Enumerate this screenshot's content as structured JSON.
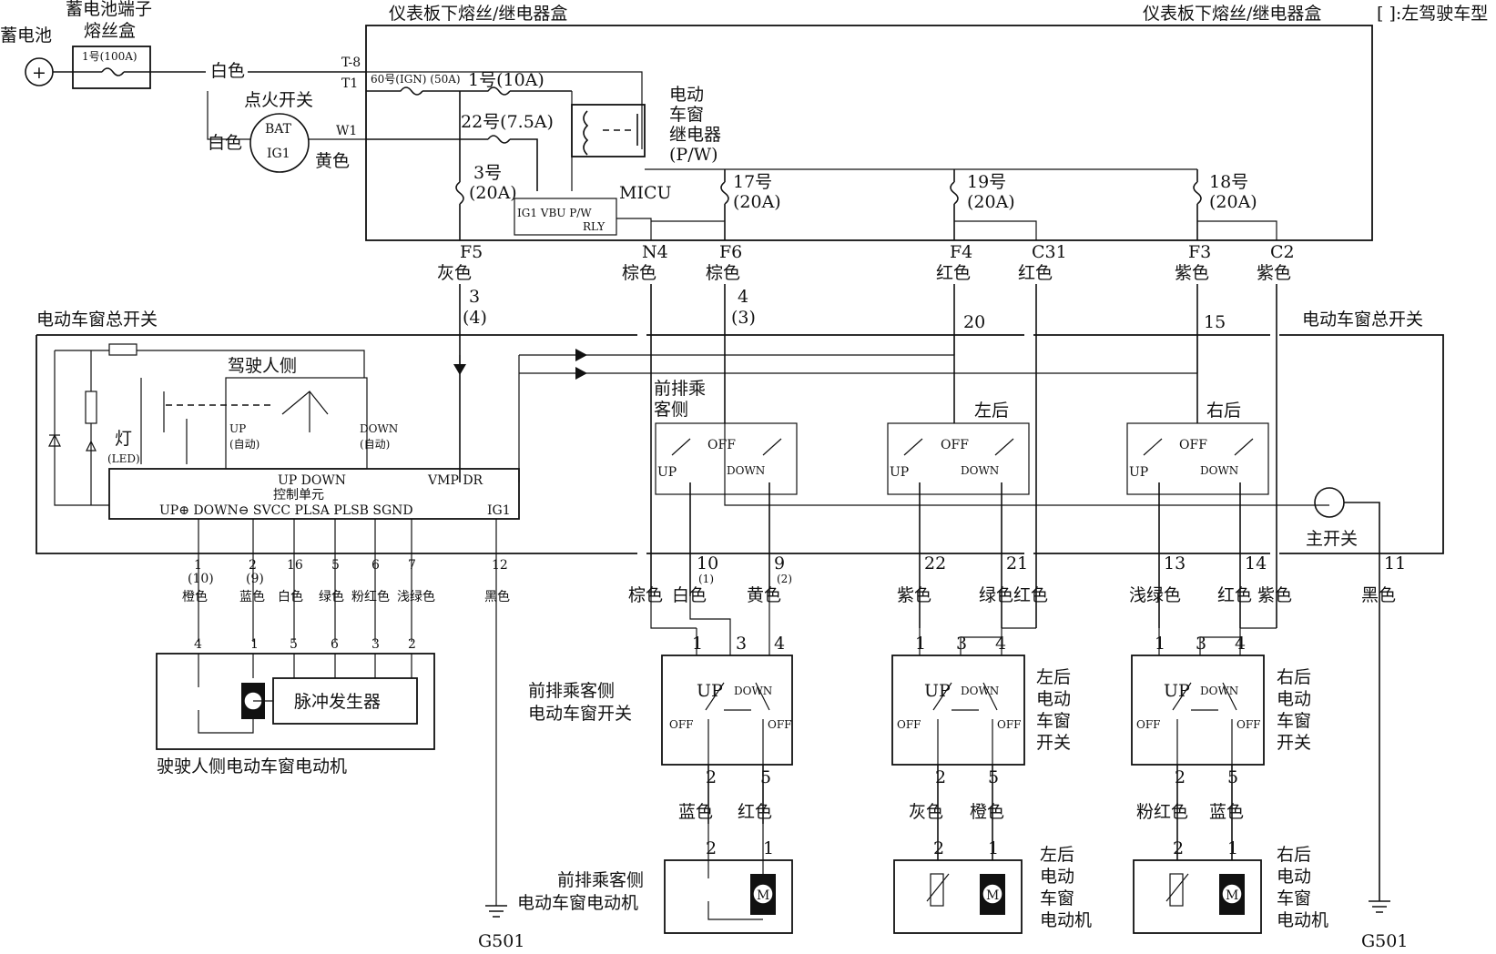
{
  "battery": {
    "label": "蓄电池",
    "symbol": "+"
  },
  "battery_fuse_box": {
    "label_line1": "蓄电池端子",
    "label_line2": "熔丝盒",
    "fuse1": "1号(100A)"
  },
  "dash_fuse_box": {
    "label_left": "仪表板下熔丝/继电器盒",
    "label_right": "仪表板下熔丝/继电器盒",
    "note": "[ ]:左驾驶车型"
  },
  "ignition": {
    "label": "点火开关",
    "bat": "BAT",
    "ig1": "IG1"
  },
  "relay": {
    "l1": "电动",
    "l2": "车窗",
    "l3": "继电器",
    "l4": "(P/W)"
  },
  "micu": {
    "label": "MICU",
    "pins": "IG1 VBU P/W",
    "rly": "RLY"
  },
  "terminals": {
    "t8": "T-8",
    "t1": "T1",
    "w1": "W1",
    "f5": "F5",
    "n4": "N4",
    "f6": "F6",
    "f4": "F4",
    "c31": "C31",
    "f3": "F3",
    "c2": "C2"
  },
  "fuses": {
    "f60": "60号(IGN) (50A)",
    "f1": "1号(10A)",
    "f22": "22号(7.5A)",
    "f3a": "3号",
    "f3b": "(20A)",
    "f17a": "17号",
    "f17b": "(20A)",
    "f19a": "19号",
    "f19b": "(20A)",
    "f18a": "18号",
    "f18b": "(20A)"
  },
  "wire_colors": {
    "white": "白色",
    "yellow": "黄色",
    "white2": "白色",
    "gray": "灰色",
    "brown1": "棕色",
    "brown2": "棕色",
    "red1": "红色",
    "red2": "红色",
    "purple1": "紫色",
    "purple2": "紫色",
    "brown3": "棕色",
    "white3": "白色",
    "yellow2": "黄色",
    "purple3": "紫色",
    "green_red": "绿色红色",
    "lightgreen": "浅绿色",
    "red_purple": "红色 紫色",
    "black": "黑色",
    "blue": "蓝色",
    "red3": "红色",
    "gray2": "灰色",
    "orange": "橙色",
    "pink": "粉红色",
    "blue2": "蓝色"
  },
  "small_wires": {
    "orange": "橙色",
    "blue": "蓝色",
    "white": "白色",
    "green": "绿色",
    "pink": "粉红色",
    "lightgreen": "浅绿色",
    "black": "黑色"
  },
  "master_switch": {
    "label_left": "电动车窗总开关",
    "label_right": "电动车窗总开关",
    "driver": "驾驶人侧",
    "up_auto": "UP",
    "up_auto2": "(自动)",
    "down_auto": "DOWN",
    "down_auto2": "(自动)",
    "lamp": "灯",
    "led": "(LED)",
    "ctrl_top": "UP DOWN",
    "ctrl_name": "控制单元",
    "vmp": "VMP DR",
    "ctrl_pins": "UP⊕ DOWN⊖ SVCC PLSA PLSB SGND",
    "ig1": "IG1",
    "front_pass": "前排乘",
    "front_pass2": "客侧",
    "left_rear": "左后",
    "right_rear": "右后",
    "off": "OFF",
    "up": "UP",
    "down": "DOWN",
    "main_switch": "主开关"
  },
  "pins": {
    "p3": "3",
    "p3b": "(4)",
    "p4": "4",
    "p4b": "(3)",
    "p20": "20",
    "p15": "15",
    "p1": "1",
    "p1b": "(10)",
    "p2": "2",
    "p2b": "(9)",
    "p16": "16",
    "p5": "5",
    "p6": "6",
    "p7": "7",
    "p12": "12",
    "p10": "10",
    "p10b": "(1)",
    "p9": "9",
    "p9b": "(2)",
    "p22": "22",
    "p21": "21",
    "p13": "13",
    "p14": "14",
    "p11": "11",
    "m4": "4",
    "m1": "1",
    "m5": "5",
    "m6": "6",
    "m3": "3",
    "m2": "2"
  },
  "driver_motor": {
    "label": "驶驶人侧电动车窗电动机",
    "pulse": "脉冲发生器"
  },
  "front_switch": {
    "l1": "前排乘客侧",
    "l2": "电动车窗开关",
    "up": "UP",
    "down": "DOWN",
    "off": "OFF"
  },
  "lr_switch": {
    "l1": "左后",
    "l2": "电动",
    "l3": "车窗",
    "l4": "开关"
  },
  "rr_switch": {
    "l1": "右后",
    "l2": "电动",
    "l3": "车窗",
    "l4": "开关"
  },
  "sw_pins": {
    "a": "1",
    "b": "3",
    "c": "4",
    "d": "2",
    "e": "5"
  },
  "front_motor": {
    "l1": "前排乘客侧",
    "l2": "电动车窗电动机",
    "m": "M"
  },
  "lr_motor": {
    "l1": "左后",
    "l2": "电动",
    "l3": "车窗",
    "l4": "电动机"
  },
  "rr_motor": {
    "l1": "右后",
    "l2": "电动",
    "l3": "车窗",
    "l4": "电动机"
  },
  "motor_pins": {
    "a": "2",
    "b": "1"
  },
  "ground": {
    "g1": "G501",
    "g2": "G501"
  }
}
